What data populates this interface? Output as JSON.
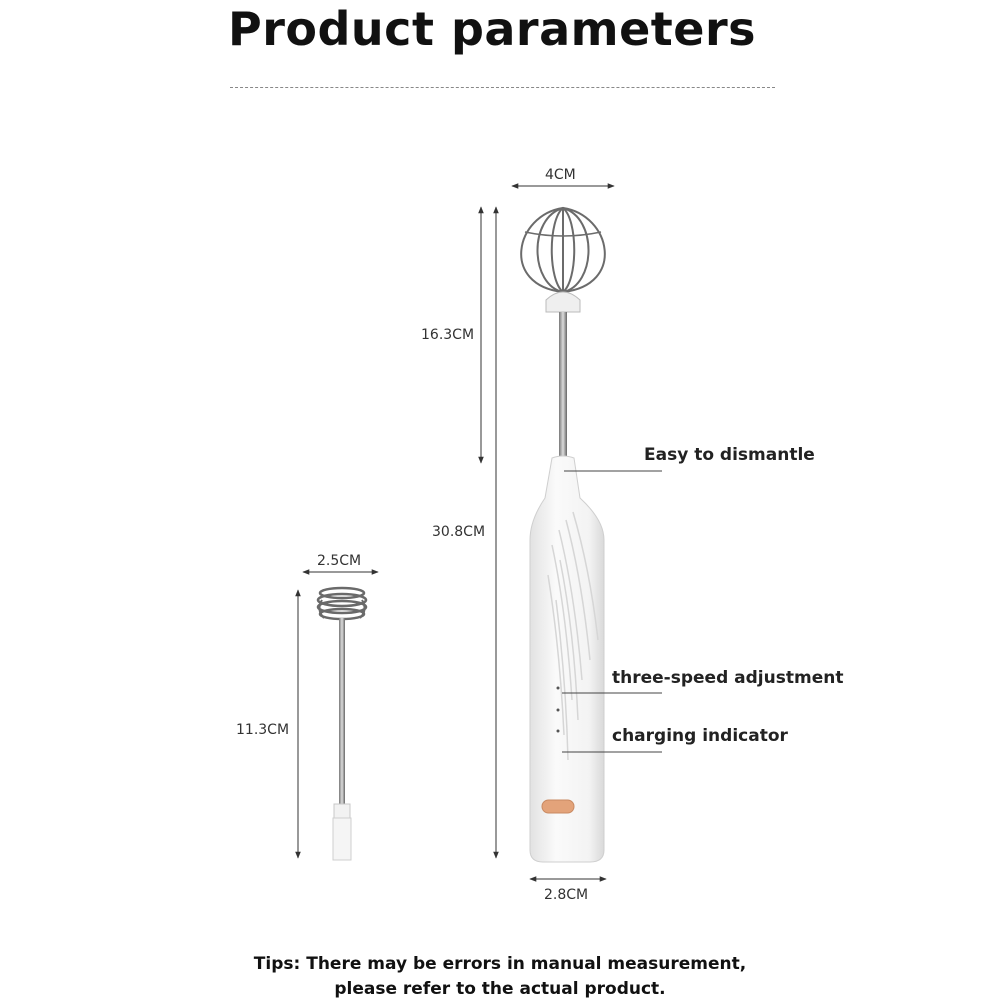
{
  "header": {
    "title": "Product parameters"
  },
  "dimensions": {
    "whisk_width": "4CM",
    "whisk_height": "16.3CM",
    "total_height": "30.8CM",
    "handle_width": "2.8CM",
    "spring_width": "2.5CM",
    "spring_height": "11.3CM"
  },
  "callouts": {
    "dismantle": "Easy to dismantle",
    "speed": "three-speed adjustment",
    "charging": "charging indicator"
  },
  "footer": {
    "tips_line1": "Tips: There may be errors in manual measurement,",
    "tips_line2": "please refer to the actual product."
  },
  "colors": {
    "button_accent": "#e3a37a",
    "body_white": "#f4f4f4"
  }
}
